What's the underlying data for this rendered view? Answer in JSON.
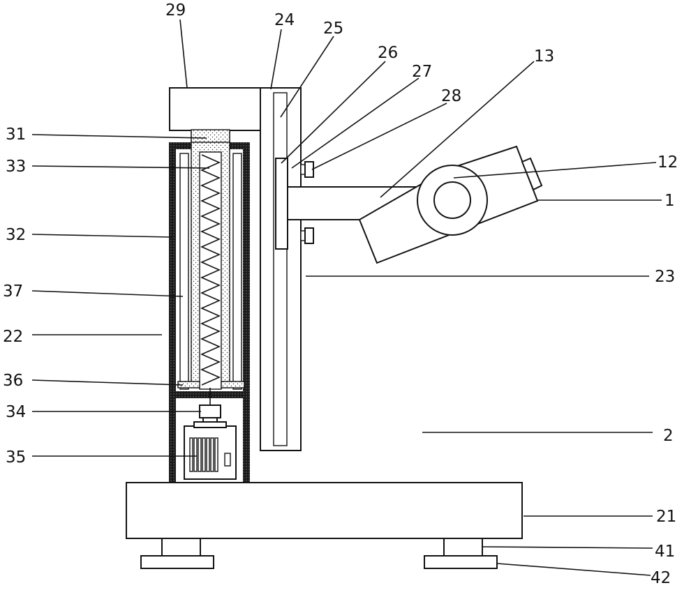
{
  "diagram": {
    "labels": {
      "l1": "1",
      "l2": "2",
      "l12": "12",
      "l13": "13",
      "l21": "21",
      "l22": "22",
      "l23": "23",
      "l24": "24",
      "l25": "25",
      "l26": "26",
      "l27": "27",
      "l28": "28",
      "l29": "29",
      "l31": "31",
      "l32": "32",
      "l33": "33",
      "l34": "34",
      "l35": "35",
      "l36": "36",
      "l37": "37",
      "l41": "41",
      "l42": "42"
    },
    "colors": {
      "line": "#111111",
      "wall": "#2a2a2a",
      "background": "#ffffff"
    }
  }
}
